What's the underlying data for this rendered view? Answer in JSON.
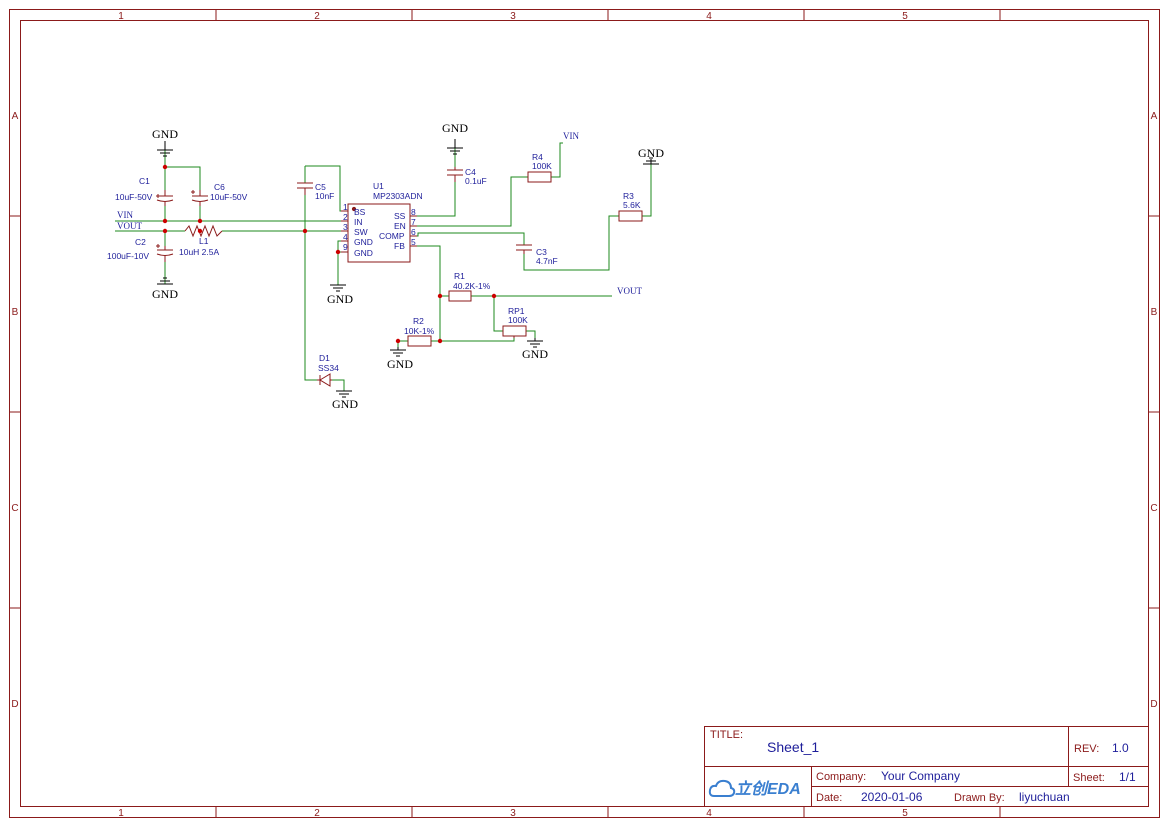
{
  "colors": {
    "frame": "#8b1a1a",
    "wire": "#1e8a1e",
    "part_text": "#1e1e9a",
    "junction": "#cc0000",
    "black": "#000000"
  },
  "frame": {
    "columns": [
      "1",
      "2",
      "3",
      "4",
      "5"
    ],
    "rows": [
      "A",
      "B",
      "C",
      "D"
    ]
  },
  "schematic": {
    "gnd_label": "GND",
    "vin_label": "VIN",
    "vout_label": "VOUT",
    "ic": {
      "ref": "U1",
      "part": "MP2303ADN",
      "left_pins": [
        {
          "num": "1",
          "name": "BS"
        },
        {
          "num": "2",
          "name": "IN"
        },
        {
          "num": "3",
          "name": "SW"
        },
        {
          "num": "4",
          "name": "GND"
        },
        {
          "num": "9",
          "name": "GND"
        }
      ],
      "right_pins": [
        {
          "num": "8",
          "name": "SS"
        },
        {
          "num": "7",
          "name": "EN"
        },
        {
          "num": "6",
          "name": "COMP"
        },
        {
          "num": "5",
          "name": "FB"
        }
      ]
    },
    "parts": {
      "c1": {
        "ref": "C1",
        "value": "10uF-50V"
      },
      "c6": {
        "ref": "C6",
        "value": "10uF-50V"
      },
      "c2": {
        "ref": "C2",
        "value": "100uF-10V"
      },
      "l1": {
        "ref": "L1",
        "value": "10uH 2.5A"
      },
      "c5": {
        "ref": "C5",
        "value": "10nF"
      },
      "c4": {
        "ref": "C4",
        "value": "0.1uF"
      },
      "r4": {
        "ref": "R4",
        "value": "100K"
      },
      "r3": {
        "ref": "R3",
        "value": "5.6K"
      },
      "c3": {
        "ref": "C3",
        "value": "4.7nF"
      },
      "r1": {
        "ref": "R1",
        "value": "40.2K-1%"
      },
      "rp1": {
        "ref": "RP1",
        "value": "100K"
      },
      "r2": {
        "ref": "R2",
        "value": "10K-1%"
      },
      "d1": {
        "ref": "D1",
        "value": "SS34"
      }
    }
  },
  "title_block": {
    "title_label": "TITLE:",
    "title_value": "Sheet_1",
    "rev_label": "REV:",
    "rev_value": "1.0",
    "logo_text": "立创EDA",
    "company_label": "Company:",
    "company_value": "Your Company",
    "sheet_label": "Sheet:",
    "sheet_value": "1/1",
    "date_label": "Date:",
    "date_value": "2020-01-06",
    "drawn_label": "Drawn By:",
    "drawn_value": "liyuchuan"
  }
}
